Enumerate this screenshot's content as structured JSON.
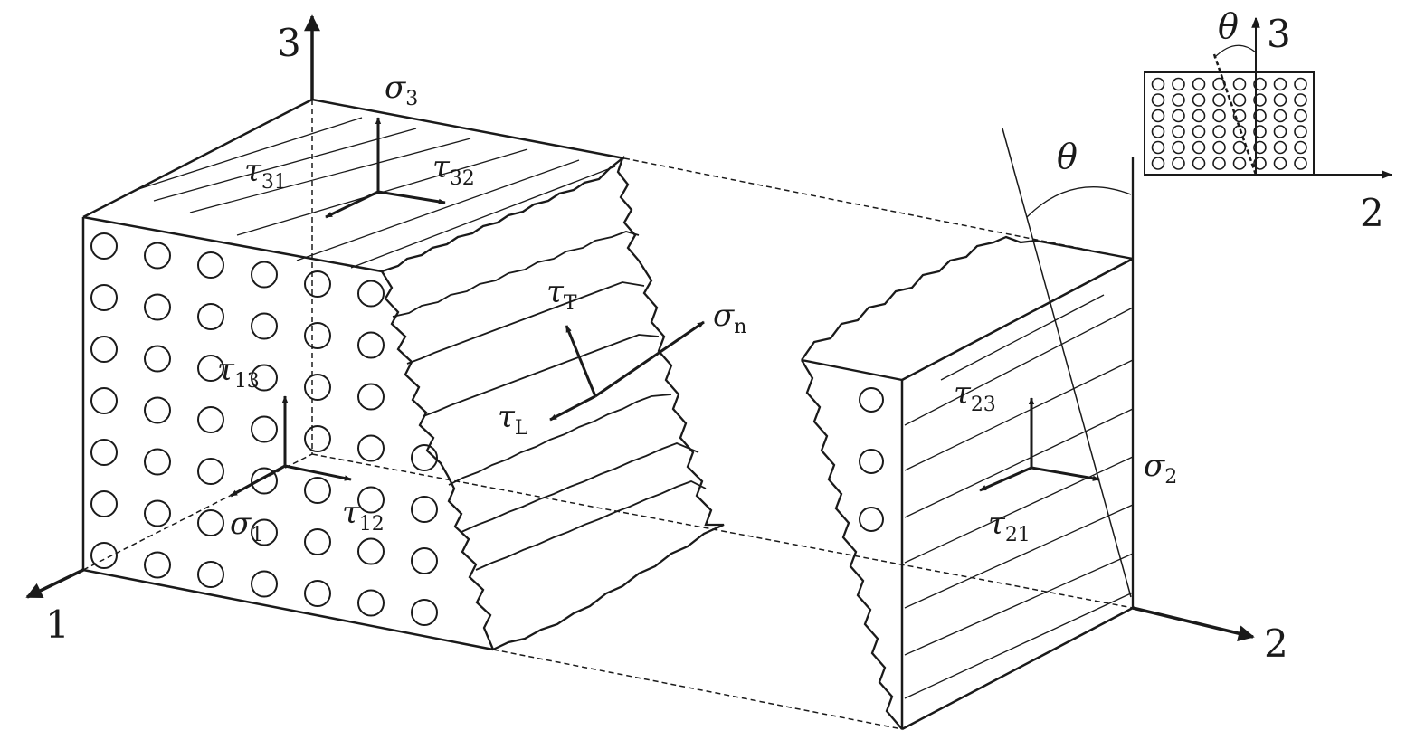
{
  "axes": {
    "axis_1": "1",
    "axis_2": "2",
    "axis_3": "3",
    "inset_axis_2": "2",
    "inset_axis_3": "3"
  },
  "angle": {
    "main": "θ",
    "inset": "θ"
  },
  "stresses": {
    "sigma_1": {
      "sym": "σ",
      "sub": "1"
    },
    "sigma_2": {
      "sym": "σ",
      "sub": "2"
    },
    "sigma_3": {
      "sym": "σ",
      "sub": "3"
    },
    "sigma_n": {
      "sym": "σ",
      "sub": "n"
    },
    "tau_12": {
      "sym": "τ",
      "sub": "12"
    },
    "tau_13": {
      "sym": "τ",
      "sub": "13"
    },
    "tau_21": {
      "sym": "τ",
      "sub": "21"
    },
    "tau_23": {
      "sym": "τ",
      "sub": "23"
    },
    "tau_31": {
      "sym": "τ",
      "sub": "31"
    },
    "tau_32": {
      "sym": "τ",
      "sub": "32"
    },
    "tau_T": {
      "sym": "τ",
      "sub": "T"
    },
    "tau_L": {
      "sym": "τ",
      "sub": "L"
    }
  }
}
